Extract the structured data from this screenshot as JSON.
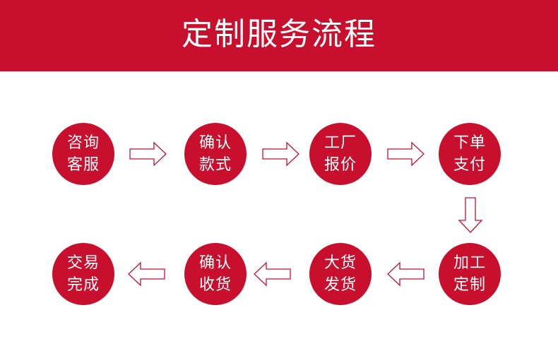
{
  "header": {
    "title": "定制服务流程"
  },
  "colors": {
    "brand": "#c8102e",
    "text_on_brand": "#ffffff",
    "background": "#ffffff"
  },
  "steps": [
    {
      "lines": [
        "咨询",
        "客服"
      ]
    },
    {
      "lines": [
        "确认",
        "款式"
      ]
    },
    {
      "lines": [
        "工厂",
        "报价"
      ]
    },
    {
      "lines": [
        "下单",
        "支付"
      ]
    },
    {
      "lines": [
        "加工",
        "定制"
      ]
    },
    {
      "lines": [
        "大货",
        "发货"
      ]
    },
    {
      "lines": [
        "确认",
        "收货"
      ]
    },
    {
      "lines": [
        "交易",
        "完成"
      ]
    }
  ]
}
